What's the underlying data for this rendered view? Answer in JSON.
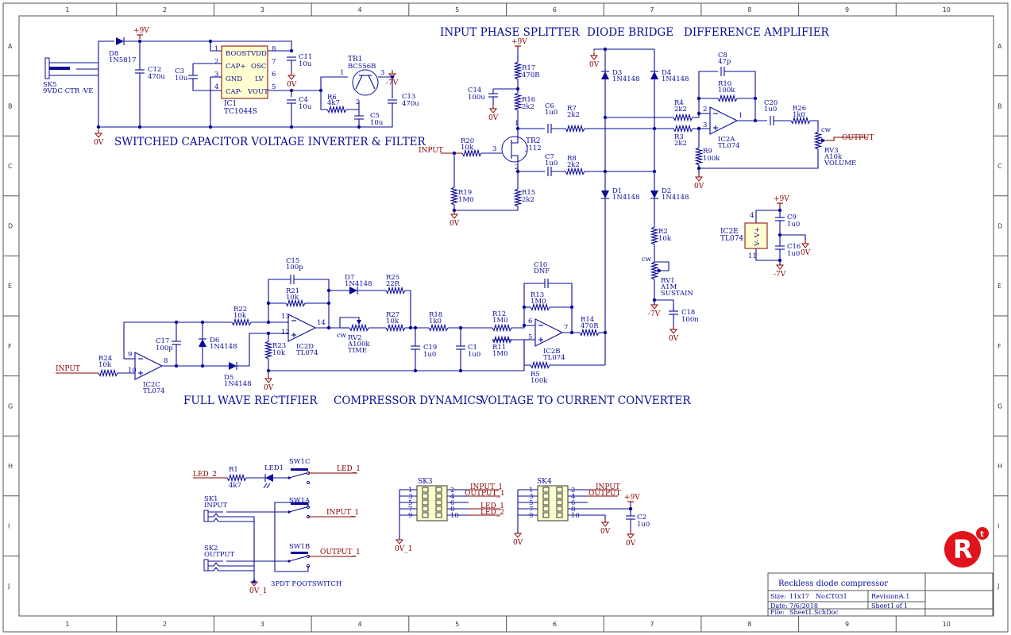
{
  "sheet": {
    "columns": [
      "1",
      "2",
      "3",
      "4",
      "5",
      "6",
      "7",
      "8",
      "9",
      "10"
    ],
    "rows": [
      "A",
      "B",
      "C",
      "D",
      "E",
      "F",
      "G",
      "H",
      "I",
      "J"
    ]
  },
  "sections": {
    "inverter": "SWITCHED CAPACITOR VOLTAGE INVERTER & FILTER",
    "phase_splitter": "INPUT PHASE SPLITTER",
    "diode_bridge": "DIODE BRIDGE",
    "diff_amp": "DIFFERENCE AMPLIFIER",
    "rectifier": "FULL WAVE RECTIFIER",
    "dynamics": "COMPRESSOR DYNAMICS",
    "v_to_i": "VOLTAGE TO CURRENT CONVERTER"
  },
  "power": {
    "p9v": "+9V",
    "n7v": "-7V",
    "gnd": "0V",
    "gnd1": "0V_1"
  },
  "nets": {
    "input": "INPUT",
    "output": "OUTPUT",
    "input_1": "INPUT_1",
    "output_1": "OUTPUT_1",
    "led_1": "LED_1",
    "led_2": "LED_2",
    "cw": "cw"
  },
  "ic1": {
    "ref": "IC1",
    "value": "TC1044S",
    "pins_left": [
      "BOOST",
      "CAP+",
      "GND",
      "CAP-"
    ],
    "pins_right": [
      "VDD",
      "OSC",
      "LV",
      "VOUT"
    ],
    "num_left": [
      "1",
      "2",
      "3",
      "4"
    ],
    "num_right": [
      "8",
      "7",
      "6",
      "5"
    ]
  },
  "opamps": {
    "ic2a": {
      "ref": "IC2A",
      "value": "TL074"
    },
    "ic2b": {
      "ref": "IC2B",
      "value": "TL074"
    },
    "ic2c": {
      "ref": "IC2C",
      "value": "TL074"
    },
    "ic2d": {
      "ref": "IC2D",
      "value": "TL074"
    },
    "ic2e": {
      "ref": "IC2E",
      "value": "TL074",
      "body": "V- V+"
    }
  },
  "pins": {
    "ic2a": [
      "2",
      "3",
      "1"
    ],
    "ic2b": [
      "6",
      "5",
      "7"
    ],
    "ic2c": [
      "9",
      "10",
      "8"
    ],
    "ic2d": [
      "13",
      "12",
      "14"
    ],
    "ic2e": [
      "4",
      "11"
    ],
    "tr1": [
      "1",
      "2",
      "3"
    ],
    "tr2": [
      "1",
      "2",
      "3"
    ]
  },
  "transistors": {
    "tr1": {
      "ref": "TR1",
      "value": "BC556B"
    },
    "tr2": {
      "ref": "TR2",
      "value": "J112"
    }
  },
  "resistors": {
    "r1": {
      "ref": "R1",
      "value": "4k7"
    },
    "r2": {
      "ref": "R2",
      "value": "10k"
    },
    "r3": {
      "ref": "R3",
      "value": "2k2"
    },
    "r4": {
      "ref": "R4",
      "value": "2k2"
    },
    "r5": {
      "ref": "R5",
      "value": "100k"
    },
    "r6": {
      "ref": "R6",
      "value": "4k7"
    },
    "r7": {
      "ref": "R7",
      "value": "2k2"
    },
    "r8": {
      "ref": "R8",
      "value": "2k2"
    },
    "r9": {
      "ref": "R9",
      "value": "100k"
    },
    "r10": {
      "ref": "R10",
      "value": "100k"
    },
    "r11": {
      "ref": "R11",
      "value": "1M0"
    },
    "r12": {
      "ref": "R12",
      "value": "1M0"
    },
    "r13": {
      "ref": "R13",
      "value": "1M0"
    },
    "r14": {
      "ref": "R14",
      "value": "470R"
    },
    "r15": {
      "ref": "R15",
      "value": "2k2"
    },
    "r16": {
      "ref": "R16",
      "value": "2k2"
    },
    "r17": {
      "ref": "R17",
      "value": "470R"
    },
    "r18": {
      "ref": "R18",
      "value": "1k0"
    },
    "r19": {
      "ref": "R19",
      "value": "1M0"
    },
    "r20": {
      "ref": "R20",
      "value": "10k"
    },
    "r21": {
      "ref": "R21",
      "value": "10k"
    },
    "r22": {
      "ref": "R22",
      "value": "10k"
    },
    "r23": {
      "ref": "R23",
      "value": "10k"
    },
    "r24": {
      "ref": "R24",
      "value": "10k"
    },
    "r25": {
      "ref": "R25",
      "value": "22R"
    },
    "r26": {
      "ref": "R26",
      "value": "1k0"
    },
    "r27": {
      "ref": "R27",
      "value": "10k"
    }
  },
  "capacitors": {
    "c1": {
      "ref": "C1",
      "value": "1u0"
    },
    "c2": {
      "ref": "C2",
      "value": "1u0"
    },
    "c3": {
      "ref": "C3",
      "value": "10u"
    },
    "c4": {
      "ref": "C4",
      "value": "10u"
    },
    "c5": {
      "ref": "C5",
      "value": "10u"
    },
    "c6": {
      "ref": "C6",
      "value": "1u0"
    },
    "c7": {
      "ref": "C7",
      "value": "1u0"
    },
    "c8": {
      "ref": "C8",
      "value": "47p"
    },
    "c9": {
      "ref": "C9",
      "value": "1u0"
    },
    "c10": {
      "ref": "C10",
      "value": "DNF"
    },
    "c11": {
      "ref": "C11",
      "value": "10u"
    },
    "c12": {
      "ref": "C12",
      "value": "470u"
    },
    "c13": {
      "ref": "C13",
      "value": "470u"
    },
    "c14": {
      "ref": "C14",
      "value": "100u"
    },
    "c15": {
      "ref": "C15",
      "value": "100p"
    },
    "c16": {
      "ref": "C16",
      "value": "1u0"
    },
    "c17": {
      "ref": "C17",
      "value": "100p"
    },
    "c18": {
      "ref": "C18",
      "value": "100n"
    },
    "c19": {
      "ref": "C19",
      "value": "1u0"
    },
    "c20": {
      "ref": "C20",
      "value": "1u0"
    }
  },
  "diodes": {
    "d1": {
      "ref": "D1",
      "value": "1N4148"
    },
    "d2": {
      "ref": "D2",
      "value": "1N4148"
    },
    "d3": {
      "ref": "D3",
      "value": "1N4148"
    },
    "d4": {
      "ref": "D4",
      "value": "1N4148"
    },
    "d5": {
      "ref": "D5",
      "value": "1N4148"
    },
    "d6": {
      "ref": "D6",
      "value": "1N4148"
    },
    "d7": {
      "ref": "D7",
      "value": "1N4148"
    },
    "d8": {
      "ref": "D8",
      "value": "1N5817"
    },
    "led1": {
      "ref": "LED1"
    }
  },
  "pots": {
    "rv1": {
      "ref": "RV1",
      "value": "A1M",
      "name": "SUSTAIN"
    },
    "rv2": {
      "ref": "RV2",
      "value": "A100k",
      "name": "TIME"
    },
    "rv3": {
      "ref": "RV3",
      "value": "A10k",
      "name": "VOLUME"
    }
  },
  "connectors": {
    "sk1": {
      "ref": "SK1",
      "value": "INPUT"
    },
    "sk2": {
      "ref": "SK2",
      "value": "OUTPUT"
    },
    "sk5": {
      "ref": "SK5",
      "value": "9VDC CTR -VE"
    },
    "sk3": {
      "ref": "SK3",
      "pins_left": [
        "1",
        "3",
        "5",
        "7",
        "9"
      ],
      "pins_right": [
        "2",
        "4",
        "6",
        "8",
        "10"
      ]
    },
    "sk4": {
      "ref": "SK4",
      "pins_left": [
        "1",
        "3",
        "5",
        "7",
        "9"
      ],
      "pins_right": [
        "2",
        "4",
        "6",
        "8",
        "10"
      ]
    }
  },
  "switches": {
    "sw1a": "SW1A",
    "sw1b": "SW1B",
    "sw1c": "SW1C",
    "footswitch": "3PDT FOOTSWITCH"
  },
  "title_block": {
    "title": "Reckless diode compressor",
    "size_label": "Size:",
    "size": "11x17",
    "no_label": "No:",
    "no": "CT031",
    "rev_label": "Revision:",
    "rev": "A.1",
    "date_label": "Date:",
    "date": "7/6/2018",
    "sheet_label": "Sheet",
    "sheet": "1",
    "of_label": "of",
    "sheet_total": "1",
    "file_label": "File:",
    "file": "Sheet1.SchDoc"
  },
  "colors": {
    "wire": "#0a0a9a",
    "power_net": "#8a0000",
    "logo": "#e0141c"
  },
  "logo": {
    "mark": "R",
    "sup": "t"
  }
}
